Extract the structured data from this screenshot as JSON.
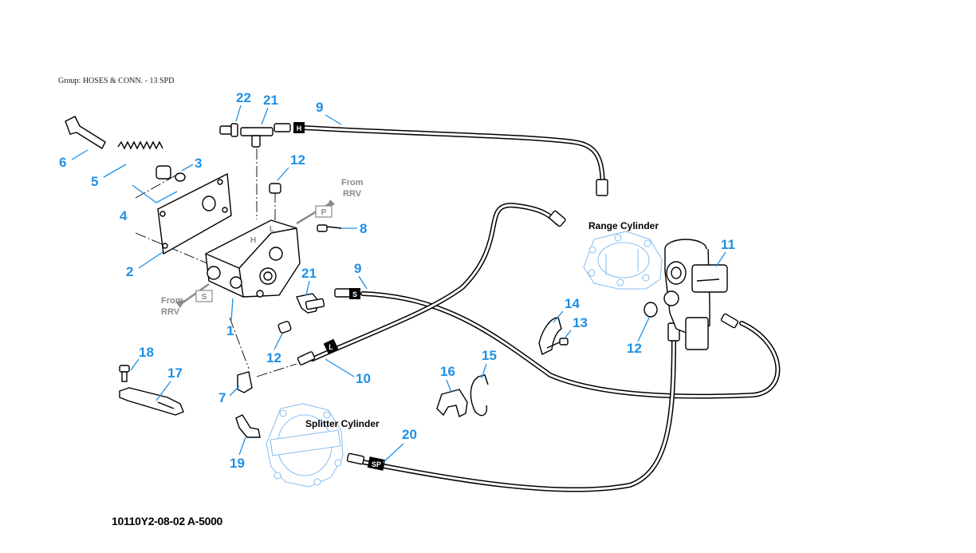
{
  "header": {
    "group_title": "Group: HOSES & CONN. - 13 SPD"
  },
  "footer": {
    "drawing_code": "10110Y2-08-02   A-5000"
  },
  "labels": {
    "range_cylinder": "Range Cylinder",
    "splitter_cylinder": "Splitter  Cylinder",
    "from": "From",
    "rrv": "RRV",
    "port_p": "P",
    "port_s": "S",
    "port_h": "H",
    "port_l": "L"
  },
  "hose_tags": {
    "h": "H",
    "s": "S",
    "l": "L",
    "sp": "SP"
  },
  "callouts": {
    "c22": "22",
    "c21a": "21",
    "c9a": "9",
    "c6": "6",
    "c5": "5",
    "c3": "3",
    "c12a": "12",
    "c4": "4",
    "c8": "8",
    "c2": "2",
    "c21b": "21",
    "c9b": "9",
    "c11": "11",
    "c1": "1",
    "c14": "14",
    "c13": "13",
    "c12b": "12",
    "c12c": "12",
    "c18": "18",
    "c17": "17",
    "c10": "10",
    "c15": "15",
    "c16": "16",
    "c7": "7",
    "c20": "20",
    "c19": "19"
  },
  "colors": {
    "callout": "#1E90E6",
    "ghost_outline": "#8EC2F0",
    "annotation_gray": "#8A8A8A"
  }
}
